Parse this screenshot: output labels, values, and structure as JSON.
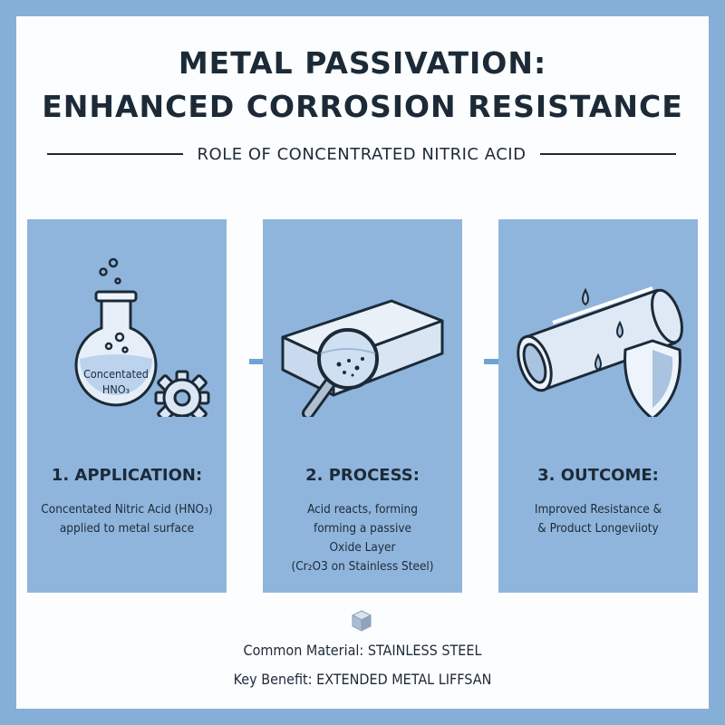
{
  "title": {
    "line1": "METAL PASSIVATION:",
    "line2": "ENHANCED CORROSION RESISTANCE"
  },
  "subtitle": "ROLE OF CONCENTRATED NITRIC ACID",
  "steps": [
    {
      "heading": "1. APPLICATION:",
      "lines": [
        "Concentated Nitric Acid (HNO₃)",
        "applied to metal surface"
      ],
      "icon": "flask-icon",
      "flask_label": [
        "Concentated",
        "HNO₃"
      ]
    },
    {
      "heading": "2. PROCESS:",
      "lines": [
        "Acid reacts, forming",
        "forming a passive",
        "Oxide Layer",
        "(Cr₂O3 on Stainless Steel)"
      ],
      "icon": "magnifier-icon"
    },
    {
      "heading": "3. OUTCOME:",
      "lines": [
        "Improved Resistance &",
        "& Product Longeviioty"
      ],
      "icon": "pipe-shield-icon"
    }
  ],
  "footer": {
    "material_label": "Common Material: ",
    "material_value": "STAINLESS STEEL",
    "benefit_label": "Key Benefit: ",
    "benefit_value": "EXTENDED METAL LIFFSAN"
  },
  "colors": {
    "background": "#86afd7",
    "panel": "#90b5dc",
    "text": "#1c2a38",
    "arrow": "#6fa3d6"
  }
}
